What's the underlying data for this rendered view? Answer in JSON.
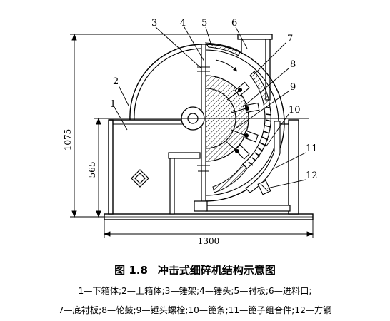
{
  "figure": {
    "part_labels": [
      "1",
      "2",
      "3",
      "4",
      "5",
      "6",
      "7",
      "8",
      "9",
      "10",
      "11",
      "12"
    ],
    "dimensions": {
      "height_total": "1075",
      "height_lower": "565",
      "width": "1300"
    }
  },
  "caption": {
    "number": "图 1.8",
    "title": "冲击式细碎机结构示意图"
  },
  "legend": {
    "line1": "1—下箱体;2—上箱体;3—锤架;4—锤头;5—衬板;6—进料口;",
    "line2": "7—底衬板;8—轮鼓;9—锤头螺栓;10—篦条;11—篦子组合件;12—方钢"
  }
}
